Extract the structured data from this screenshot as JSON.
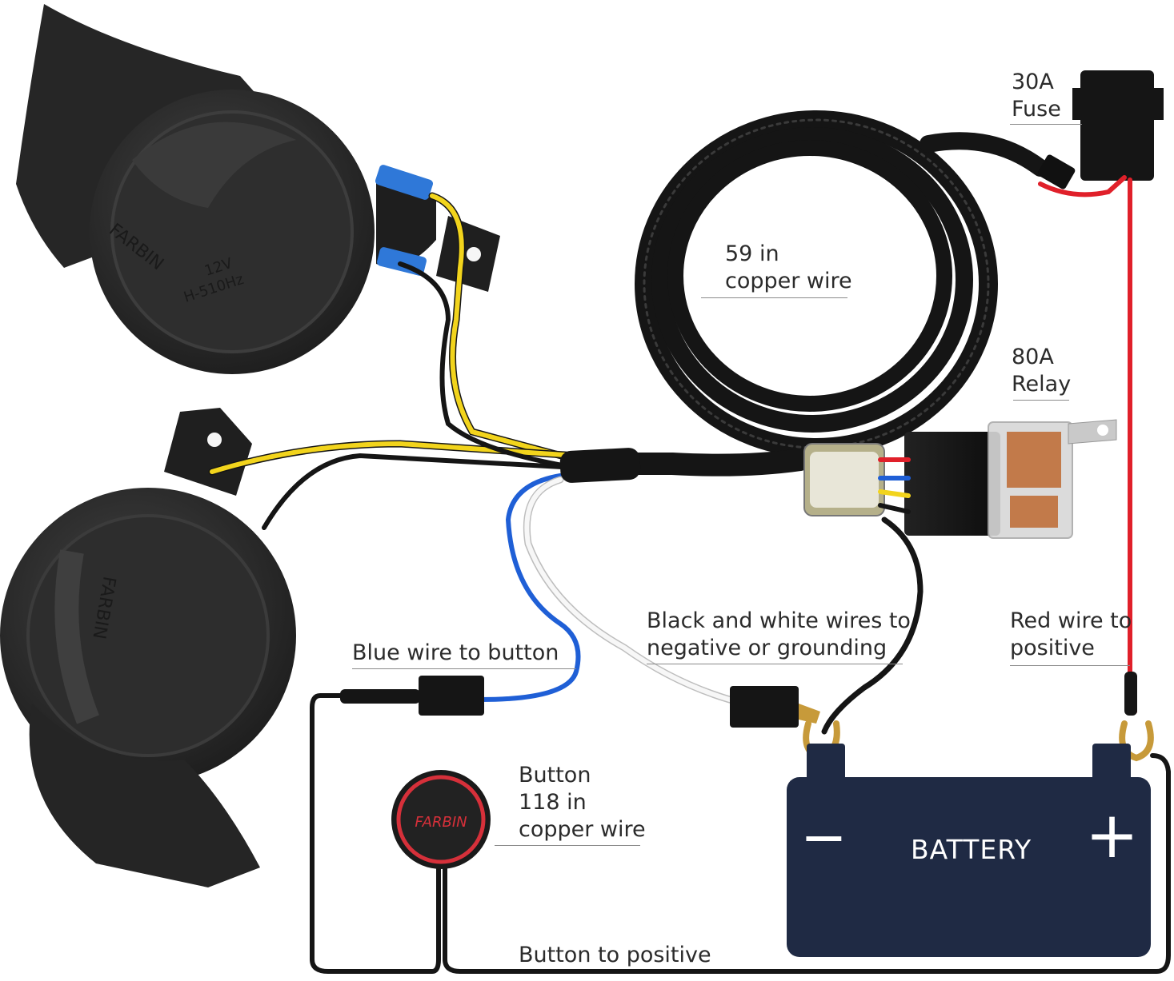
{
  "labels": {
    "fuse_line1": "30A",
    "fuse_line2": "Fuse",
    "copper_line1": "59 in",
    "copper_line2": "copper wire",
    "relay_line1": "80A",
    "relay_line2": "Relay",
    "ground_line1": "Black and white wires to",
    "ground_line2": "negative or grounding",
    "red_line1": "Red wire to",
    "red_line2": "positive",
    "blue": "Blue wire to button",
    "button_line1": "Button",
    "button_line2": "118 in",
    "button_line3": "copper wire",
    "button_positive": "Button to positive"
  },
  "battery": {
    "label": "BATTERY",
    "negative_symbol": "−",
    "positive_symbol": "+"
  },
  "product_marks": {
    "brand": "FARBIN",
    "horn_rating": "12V",
    "horn_freq": "H-510Hz"
  },
  "colors": {
    "background": "#ffffff",
    "battery": "#1f2a44",
    "wire_red": "#e0202a",
    "wire_yellow": "#f2d41c",
    "wire_blue": "#1f5fd6",
    "wire_white": "#f4f4f4",
    "wire_black": "#151515",
    "horn": "#2a2a2a"
  }
}
